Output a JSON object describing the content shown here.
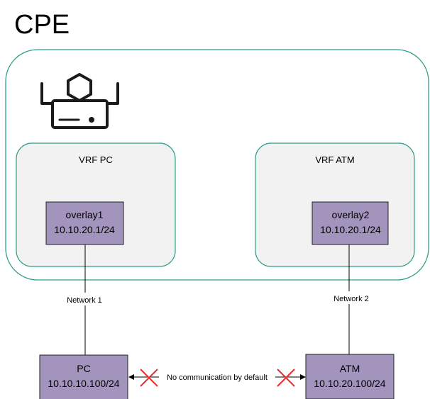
{
  "title": "CPE",
  "vrf_pc": {
    "label": "VRF PC"
  },
  "vrf_atm": {
    "label": "VRF ATM"
  },
  "overlay1": {
    "name": "overlay1",
    "ip": "10.10.20.1/24"
  },
  "overlay2": {
    "name": "overlay2",
    "ip": "10.10.20.1/24"
  },
  "network1": {
    "label": "Network 1"
  },
  "network2": {
    "label": "Network 2"
  },
  "pc": {
    "name": "PC",
    "ip": "10.10.10.100/24"
  },
  "atm": {
    "name": "ATM",
    "ip": "10.10.20.100/24"
  },
  "link_label": "No communication by default",
  "colors": {
    "container_border": "#2e9e8a",
    "vrf_fill": "#f2f2f2",
    "node_fill": "#a294bc",
    "node_border": "#222222",
    "blocked_x": "#e8302a",
    "icon": "#1a1a1a"
  }
}
